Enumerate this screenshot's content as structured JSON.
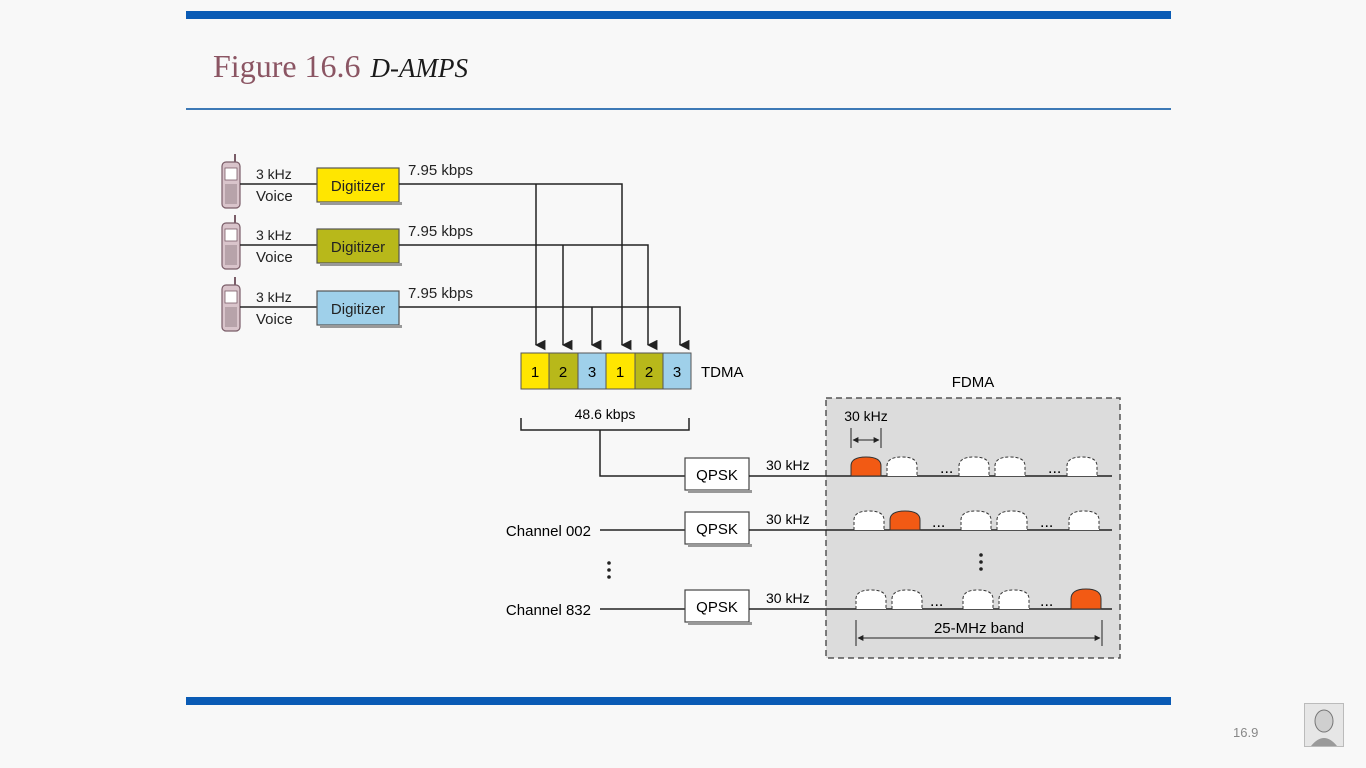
{
  "slide": {
    "title": "Figure 16.6",
    "subtitle": "D-AMPS",
    "page_number": "16.9"
  },
  "colors": {
    "accent_bar": "#0a5bb5",
    "digitizer_1": "#ffe600",
    "digitizer_2": "#b8b81a",
    "digitizer_3": "#9fd0ea",
    "active_carrier": "#f25a14"
  },
  "diagram": {
    "voice_inputs": [
      {
        "freq": "3 kHz",
        "label": "Voice",
        "block": "Digitizer",
        "rate": "7.95 kbps"
      },
      {
        "freq": "3 kHz",
        "label": "Voice",
        "block": "Digitizer",
        "rate": "7.95 kbps"
      },
      {
        "freq": "3 kHz",
        "label": "Voice",
        "block": "Digitizer",
        "rate": "7.95 kbps"
      }
    ],
    "tdma_slots": [
      "1",
      "2",
      "3",
      "1",
      "2",
      "3"
    ],
    "tdma_label": "TDMA",
    "tdma_rate": "48.6 kbps",
    "fdma_label": "FDMA",
    "fdma_spacing": "30 kHz",
    "channels": [
      {
        "name": "",
        "modulator": "QPSK",
        "bandwidth": "30 kHz"
      },
      {
        "name": "Channel 002",
        "modulator": "QPSK",
        "bandwidth": "30 kHz"
      },
      {
        "name": "Channel 832",
        "modulator": "QPSK",
        "bandwidth": "30 kHz"
      }
    ],
    "band_label": "25-MHz band",
    "ellipsis": "..."
  }
}
